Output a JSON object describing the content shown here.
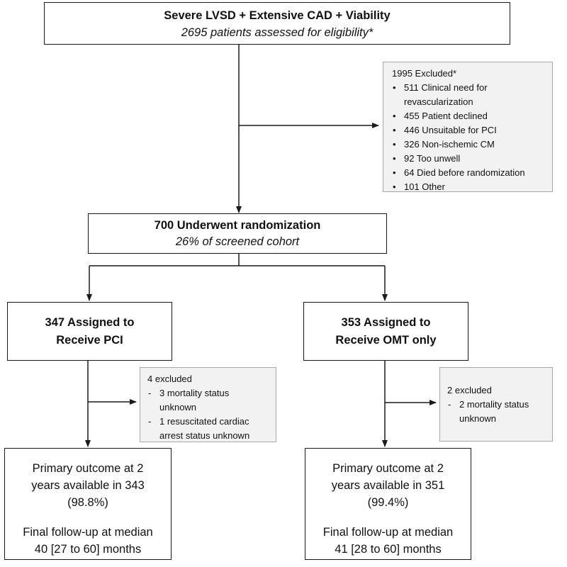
{
  "top_box": {
    "title": "Severe LVSD + Extensive CAD + Viability",
    "subtitle": "2695 patients assessed for eligibility*"
  },
  "excluded_box": {
    "header": "1995 Excluded*",
    "bullet": "•",
    "items": [
      "511 Clinical need for",
      "revascularization",
      "455 Patient declined",
      "446 Unsuitable for PCI",
      "326 Non-ischemic CM",
      "92 Too unwell",
      "64 Died before randomization",
      "101 Other"
    ]
  },
  "randomization_box": {
    "title": "700 Underwent randomization",
    "subtitle": "26% of screened cohort"
  },
  "pci_arm": {
    "line1": "347 Assigned to",
    "line2": "Receive PCI",
    "excluded_header": "4 excluded",
    "dash": "-",
    "excluded_items": [
      "3 mortality status",
      "unknown",
      "1 resuscitated cardiac",
      "arrest status unknown"
    ],
    "outcome_lines": [
      "Primary outcome at 2",
      "years available in 343",
      "(98.8%)"
    ],
    "followup_lines": [
      "Final follow-up at median",
      "40 [27 to 60] months"
    ]
  },
  "omt_arm": {
    "line1": "353 Assigned to",
    "line2": "Receive OMT only",
    "excluded_header": "2 excluded",
    "dash": "-",
    "excluded_items": [
      "2 mortality status",
      "unknown"
    ],
    "outcome_lines": [
      "Primary outcome at 2",
      "years available in 351",
      "(99.4%)"
    ],
    "followup_lines": [
      "Final follow-up at median",
      "41 [28 to 60] months"
    ]
  },
  "colors": {
    "line": "#1a1a1a",
    "side_box_fill": "#f2f2f2",
    "side_box_border": "#a8a8a8"
  }
}
